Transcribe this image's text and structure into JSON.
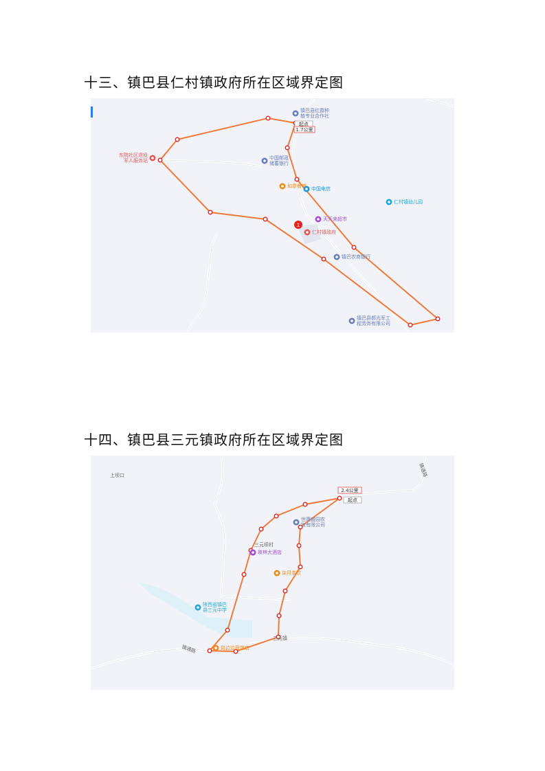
{
  "section13": {
    "title": "十三、镇巴县仁村镇政府所在区域界定图",
    "map": {
      "start_label": "起点",
      "distance_label": "1.7公里",
      "pois": [
        {
          "name": "镇巴县红霞种植专业合作社",
          "color": "#6b7fb8"
        },
        {
          "name": "东院社区退役军人服务站",
          "color": "#e25b5b"
        },
        {
          "name": "中国邮政储蓄银行",
          "color": "#6b7fb8"
        },
        {
          "name": "如意餐馆",
          "color": "#ee8a1e"
        },
        {
          "name": "中国电信",
          "color": "#2196d9"
        },
        {
          "name": "仁村镇幼儿园",
          "color": "#22a9d6"
        },
        {
          "name": "天天来超市",
          "color": "#a04fd6"
        },
        {
          "name": "仁村镇政府",
          "color": "#e25b5b"
        },
        {
          "name": "镇巴农商银行",
          "color": "#6b7fb8"
        },
        {
          "name": "镇巴县郝光军工程劳务有限公司",
          "color": "#6b7fb8"
        }
      ],
      "marker_number": "1"
    }
  },
  "section14": {
    "title": "十四、镇巴县三元镇政府所在区域界定图",
    "map": {
      "start_label": "起点",
      "distance_label": "2.4公里",
      "places": [
        "上坝口",
        "三元坝村",
        "三元镇",
        "镇通路",
        "镇通路"
      ],
      "pois": [
        {
          "name": "世康盛园农牧有限公司",
          "color": "#6b7fb8"
        },
        {
          "name": "玫林大酒店",
          "color": "#a04fd6"
        },
        {
          "name": "柒月茶饮",
          "color": "#ee8a1e"
        },
        {
          "name": "陕西省镇巴县三元中学",
          "color": "#22a9d6"
        },
        {
          "name": "路边边面馆店",
          "color": "#ee8a1e"
        }
      ]
    }
  },
  "colors": {
    "route": "#f07a3a",
    "node": "#e52521",
    "map_bg": "#f1f3f8"
  }
}
